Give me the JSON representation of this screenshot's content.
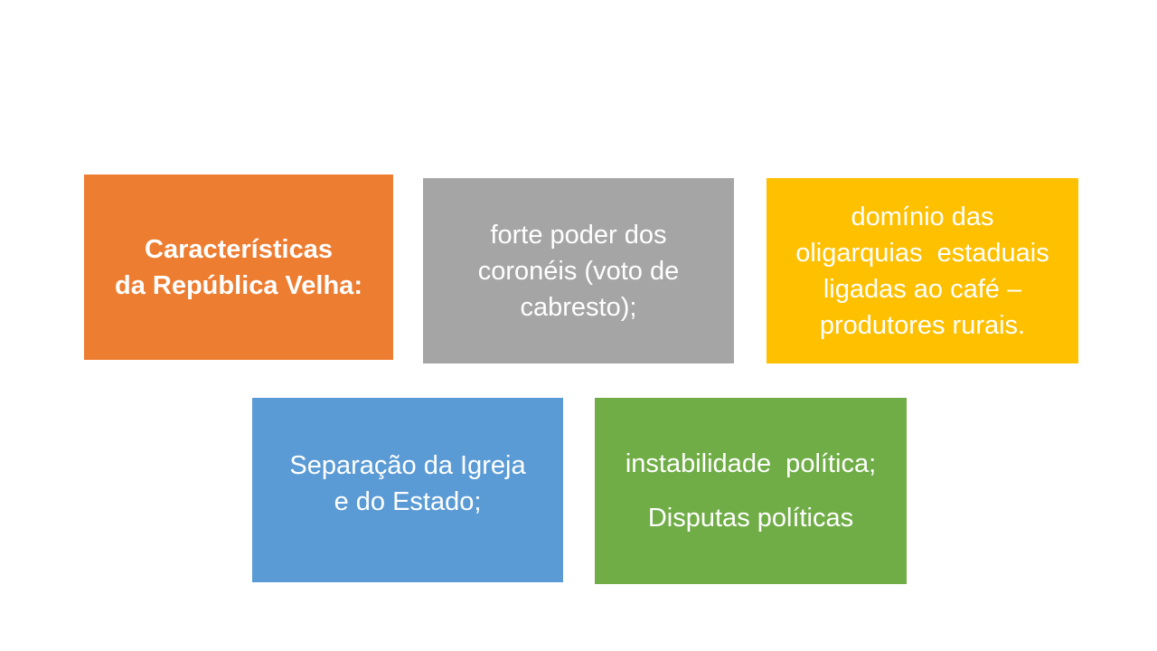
{
  "slide": {
    "background": "#FFFFFF",
    "text_color": "#FFFFFF",
    "boxes": [
      {
        "name": "caracteristicas",
        "text": "Características\nda República Velha:",
        "fill": "#ED7D31",
        "bold": true
      },
      {
        "name": "coroneis",
        "text": "forte poder dos\ncoronéis (voto de\ncabresto);",
        "fill": "#A5A5A5",
        "bold": false
      },
      {
        "name": "oligarquias",
        "text": "domínio das\noligarquias  estaduais\nligadas ao café –\nprodutores rurais.",
        "fill": "#FFC000",
        "bold": false
      },
      {
        "name": "igreja-estado",
        "text": "Separação da Igreja\ne do Estado;",
        "fill": "#5B9BD5",
        "bold": false
      },
      {
        "name": "instabilidade",
        "paragraphs": [
          "instabilidade  política;",
          "Disputas políticas"
        ],
        "fill": "#70AD47",
        "bold": false
      }
    ]
  }
}
